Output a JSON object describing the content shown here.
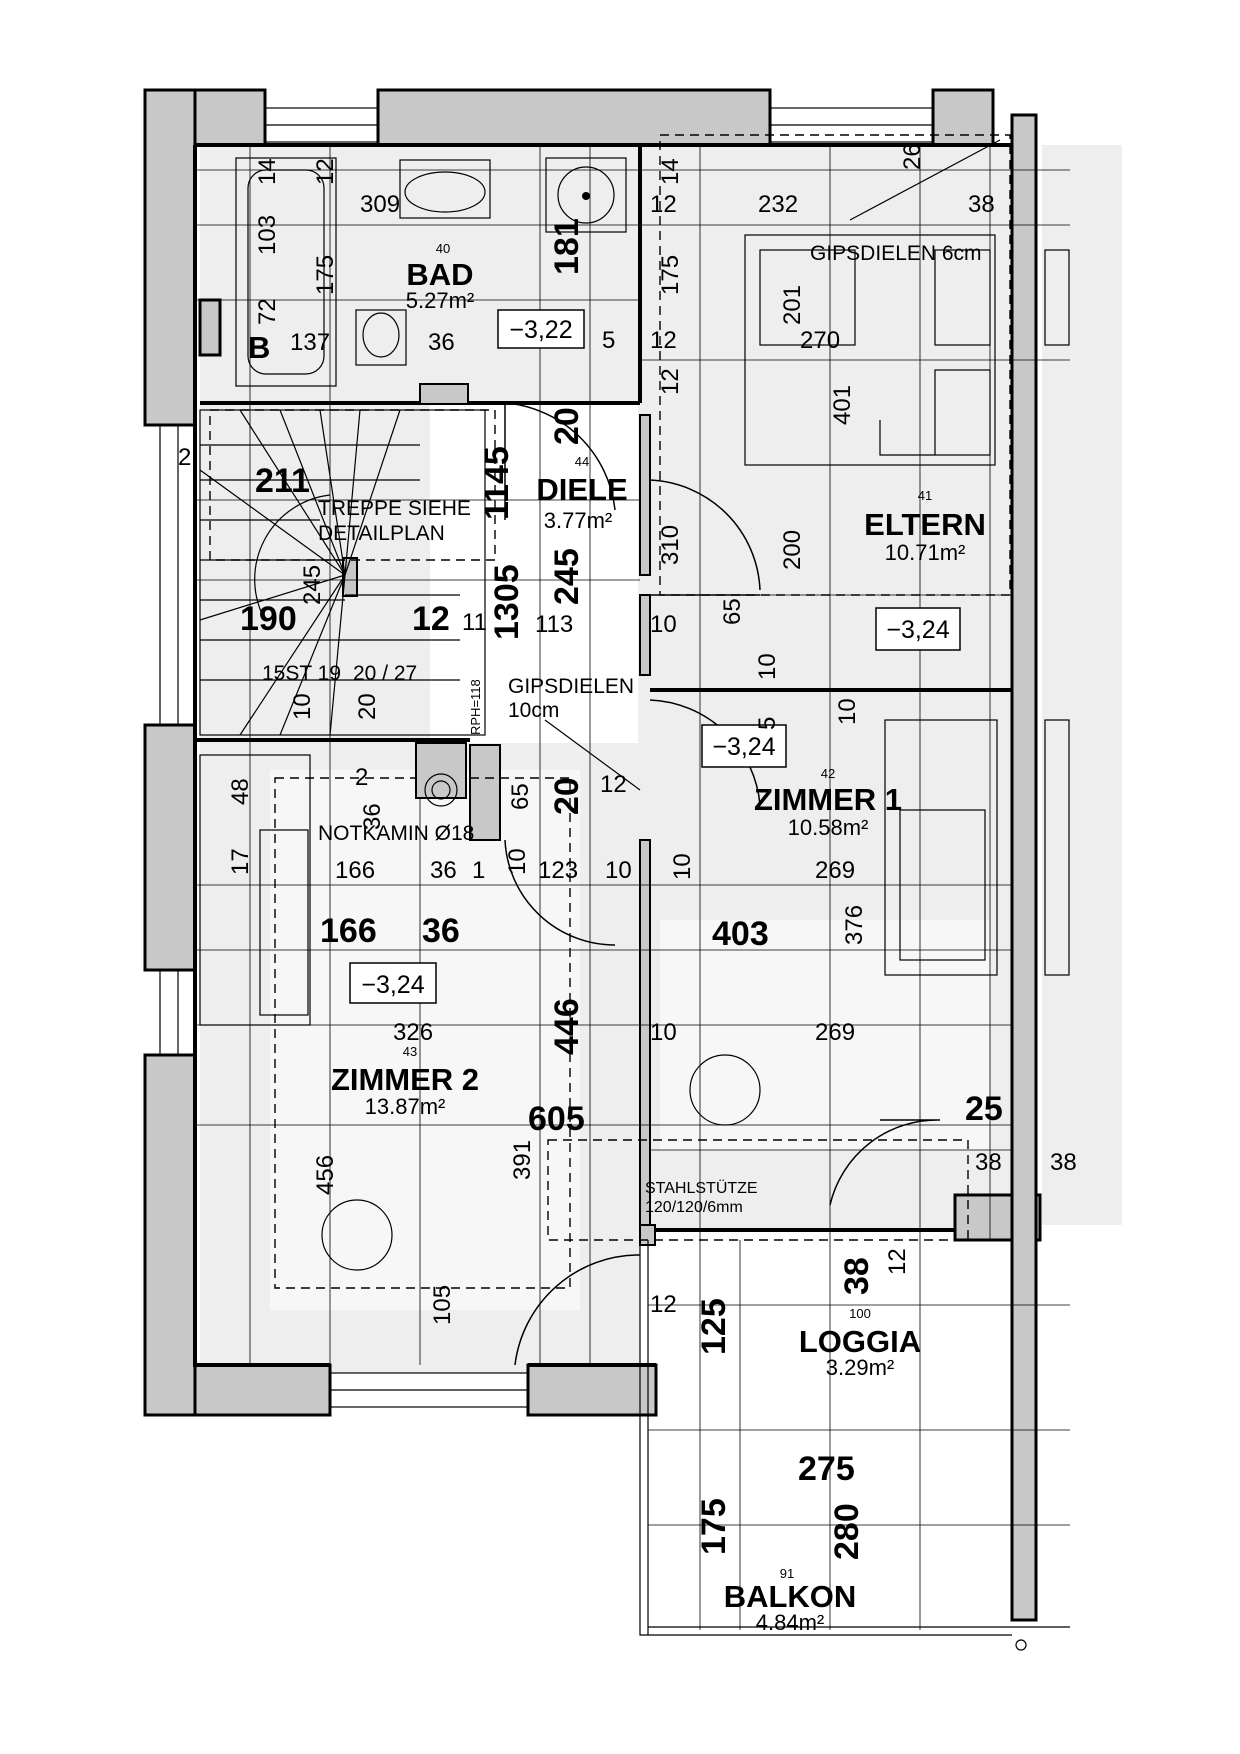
{
  "rooms": {
    "bad": {
      "name": "BAD",
      "number": "40",
      "area": "5.27m²"
    },
    "diele": {
      "name": "DIELE",
      "number": "44",
      "area": "3.77m²"
    },
    "eltern": {
      "name": "ELTERN",
      "number": "41",
      "area": "10.71m²"
    },
    "zimmer1": {
      "name": "ZIMMER 1",
      "number": "42",
      "area": "10.58m²"
    },
    "zimmer2": {
      "name": "ZIMMER 2",
      "number": "43",
      "area": "13.87m²"
    },
    "loggia": {
      "name": "LOGGIA",
      "number": "100",
      "area": "3.29m²"
    },
    "balkon": {
      "name": "BALKON",
      "number": "91",
      "area": "4.84m²"
    }
  },
  "levels": {
    "bad": "−3,22",
    "eltern": "−3,24",
    "zimmer1": "−3,24",
    "zimmer2": "−3,24"
  },
  "notes": {
    "gipsdielen_6": "GIPSDIELEN 6cm",
    "gipsdielen_10_line1": "GIPSDIELEN",
    "gipsdielen_10_line2": "10cm",
    "treppe_line1": "TREPPE SIEHE",
    "treppe_line2": "DETAILPLAN",
    "notkamin": "NOTKAMIN Ø18",
    "stahlstuetze_line1": "STAHLSTÜTZE",
    "stahlstuetze_line2": "120/120/6mm",
    "stair_spec": "15ST 19",
    "stair_frac": "20 / 27",
    "rph": "RPH=118",
    "b_label": "B"
  },
  "dimensions": {
    "bad_309": "309",
    "bad_14": "14",
    "bad_12a": "12",
    "bad_103": "103",
    "bad_175": "175",
    "bad_72": "72",
    "bad_137": "137",
    "bad_36": "36",
    "bad_181": "181",
    "bad_5": "5",
    "top_14": "14",
    "top_12": "12",
    "top_232": "232",
    "top_26": "26",
    "top_38": "38",
    "e_175": "175",
    "e_12a": "12",
    "e_12b": "12",
    "e_201": "201",
    "e_270": "270",
    "e_401": "401",
    "s_211": "211",
    "s_2": "2",
    "s_1145": "1145",
    "s_20": "20",
    "s_190": "190",
    "s_245": "245",
    "s_12": "12",
    "s_11": "11",
    "s_1305": "1305",
    "s_245b": "245",
    "s_113": "113",
    "s_10": "10",
    "s_20b": "20",
    "d_310": "310",
    "d_200": "200",
    "d_65": "65",
    "d_10a": "10",
    "d_10b": "10",
    "z1_5": "5",
    "z1_10": "10",
    "z1_269a": "269",
    "z1_376": "376",
    "z1_403": "403",
    "z1_10b": "10",
    "z1_269b": "269",
    "z1_10c": "10",
    "n_48": "48",
    "n_17": "17",
    "n_2": "2",
    "n_36": "36",
    "n_65": "65",
    "n_20": "20",
    "n_12": "12",
    "n_166": "166",
    "n_36b": "36",
    "n_1": "1",
    "n_10": "10",
    "n_123": "123",
    "n_10b": "10",
    "z2_166": "166",
    "z2_36": "36",
    "z2_326": "326",
    "z2_446": "446",
    "z2_605": "605",
    "z2_456": "456",
    "z2_391": "391",
    "z2_105": "105",
    "r_25": "25",
    "r_38a": "38",
    "r_38b": "38",
    "l_38": "38",
    "l_12": "12",
    "l_125": "125",
    "l_12b": "12",
    "b_275": "275",
    "b_175": "175",
    "b_280": "280"
  }
}
